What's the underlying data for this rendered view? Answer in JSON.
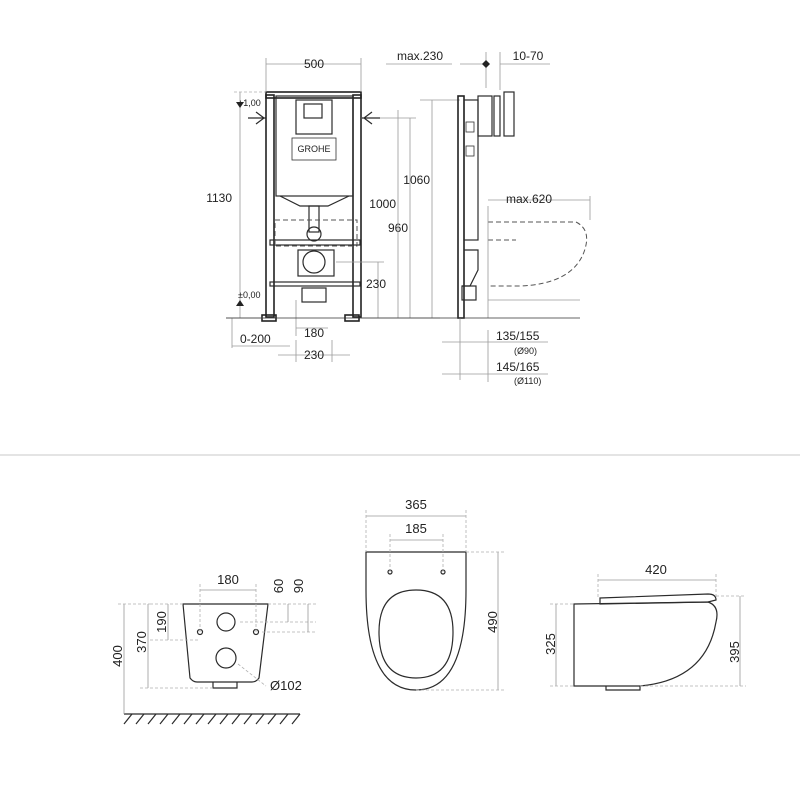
{
  "top": {
    "frame_dims": {
      "width": "500",
      "height_total": "1130",
      "height_1060": "1060",
      "height_1000": "1000",
      "height_960": "960",
      "drain_height": "230",
      "drain_offset": "180",
      "drain_spacing": "230",
      "floor_adjust": "0-200",
      "level_top": "+1,00",
      "level_floor": "±0,00",
      "brand": "GROHE"
    },
    "side_dims": {
      "depth_max": "max.230",
      "wall_adjust": "10-70",
      "bowl_projection": "max.620",
      "pipe_90": "135/155",
      "pipe_90_dia": "(Ø90)",
      "pipe_110": "145/165",
      "pipe_110_dia": "(Ø110)"
    }
  },
  "bottom": {
    "back_view": {
      "hole_spacing": "180",
      "dim_60": "60",
      "dim_90": "90",
      "dim_190": "190",
      "dim_370": "370",
      "dim_400": "400",
      "outlet_dia": "Ø102"
    },
    "top_view": {
      "width": "365",
      "hinge_spacing": "185",
      "length": "490"
    },
    "side_view": {
      "length": "420",
      "height_front": "325",
      "height_back": "395"
    }
  }
}
